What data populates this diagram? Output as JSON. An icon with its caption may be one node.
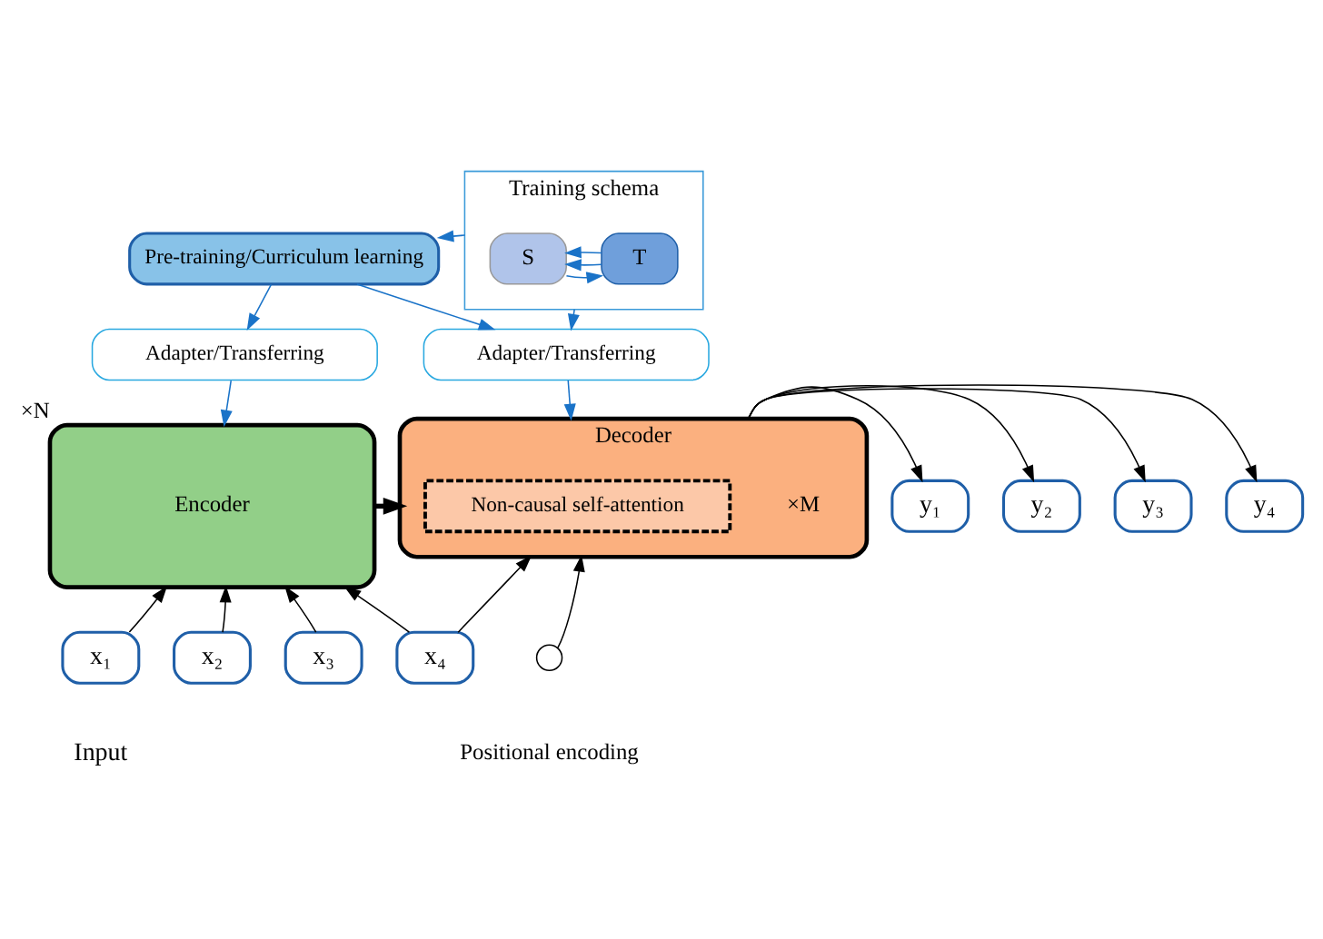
{
  "diagram": {
    "nodes": [
      {
        "text": [
          "Training schema"
        ]
      },
      {
        "text": [
          "S"
        ],
        "in": 0
      },
      {
        "text": [
          "T"
        ],
        "in": 0
      },
      {
        "text": [
          "Pre-training/Curriculum learning"
        ]
      },
      {
        "text": [
          "Adapter/Transferring"
        ]
      },
      {
        "text": [
          "Adapter/Transferring"
        ]
      },
      {
        "text": [
          "Encoder"
        ],
        "beside": [
          "×N"
        ]
      },
      {
        "text": [
          "Decoder"
        ],
        "beside": [
          "×M"
        ]
      },
      {
        "text": [
          "Non-causal self-attention"
        ],
        "in": 7
      },
      {
        "text": [
          "x₁"
        ]
      },
      {
        "text": [
          "x₂"
        ]
      },
      {
        "text": [
          "x₃"
        ]
      },
      {
        "text": [
          "x₄"
        ]
      },
      {
        "text": [
          "y₁"
        ]
      },
      {
        "text": [
          "y₂"
        ]
      },
      {
        "text": [
          "y₃"
        ]
      },
      {
        "text": [
          "y₄"
        ]
      },
      {
        "text": [],
        "shape": "circle",
        "beside": [
          "Positional encoding"
        ]
      }
    ],
    "edges": [
      {
        "from": 1,
        "to": 2,
        "arrow": "to",
        "color": "#1a73c8"
      },
      {
        "from": 2,
        "to": 1,
        "arrow": "to",
        "color": "#1a73c8"
      },
      {
        "from": 2,
        "to": 1,
        "arrow": "to",
        "color": "#1a73c8"
      },
      {
        "from": 0,
        "to": 3,
        "arrow": "to",
        "color": "#1a73c8"
      },
      {
        "from": 0,
        "to": 5,
        "arrow": "to",
        "color": "#1a73c8"
      },
      {
        "from": 3,
        "to": 4,
        "arrow": "to",
        "color": "#1a73c8"
      },
      {
        "from": 3,
        "to": 5,
        "arrow": "to",
        "color": "#1a73c8"
      },
      {
        "from": 4,
        "to": 6,
        "arrow": "to",
        "color": "#1a73c8"
      },
      {
        "from": 5,
        "to": 7,
        "arrow": "to",
        "color": "#1a73c8"
      },
      {
        "from": 6,
        "to": 7,
        "arrow": "to",
        "style": "thick"
      },
      {
        "from": 9,
        "to": 6,
        "arrow": "to"
      },
      {
        "from": 10,
        "to": 6,
        "arrow": "to"
      },
      {
        "from": 11,
        "to": 6,
        "arrow": "to"
      },
      {
        "from": 12,
        "to": 6,
        "arrow": "to"
      },
      {
        "from": 12,
        "to": 7,
        "arrow": "to"
      },
      {
        "from": 17,
        "to": 7,
        "arrow": "to"
      },
      {
        "from": 7,
        "to": 13,
        "arrow": "to"
      },
      {
        "from": 7,
        "to": 14,
        "arrow": "to"
      },
      {
        "from": 7,
        "to": 15,
        "arrow": "to"
      },
      {
        "from": 7,
        "to": 16,
        "arrow": "to"
      }
    ],
    "labels": [
      "Input"
    ]
  }
}
